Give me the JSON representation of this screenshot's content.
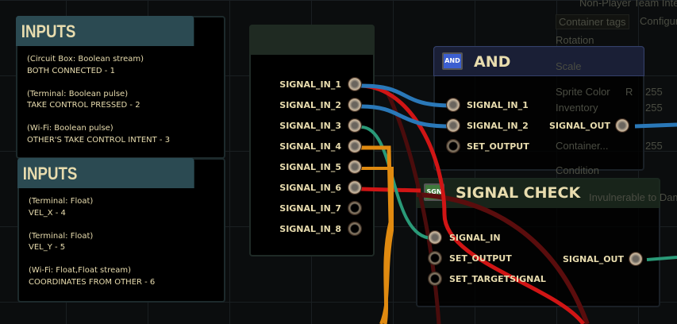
{
  "background": {
    "texts": [
      "Non-Player Team Inte",
      "Container tags",
      "Configure",
      "Rotation",
      "Scale",
      "Sprite Color",
      "R",
      "255",
      "Inventory",
      "255",
      "Container...",
      "255",
      "Condition",
      "Invulnerable to Dama"
    ]
  },
  "inputs1": {
    "title": "INPUTS",
    "lines": [
      "(Circuit Box: Boolean stream)",
      "BOTH CONNECTED - 1",
      "",
      "(Terminal: Boolean pulse)",
      "TAKE CONTROL PRESSED - 2",
      "",
      "(Wi-Fi: Boolean pulse)",
      "OTHER'S TAKE CONTROL INTENT - 3"
    ]
  },
  "inputs2": {
    "title": "INPUTS",
    "lines": [
      "(Terminal: Float)",
      "VEL_X - 4",
      "",
      "(Terminal: Float)",
      "VEL_Y - 5",
      "",
      "(Wi-Fi: Float,Float stream)",
      "COORDINATES FROM OTHER - 6"
    ]
  },
  "input_node": {
    "pins": [
      "SIGNAL_IN_1",
      "SIGNAL_IN_2",
      "SIGNAL_IN_3",
      "SIGNAL_IN_4",
      "SIGNAL_IN_5",
      "SIGNAL_IN_6",
      "SIGNAL_IN_7",
      "SIGNAL_IN_8"
    ]
  },
  "and_comp": {
    "title": "AND",
    "chip": "AND",
    "inputs": [
      "SIGNAL_IN_1",
      "SIGNAL_IN_2",
      "SET_OUTPUT"
    ],
    "output": "SIGNAL_OUT",
    "color": "#1f2540"
  },
  "signal_check": {
    "title": "SIGNAL CHECK",
    "chip": "SGN",
    "inputs": [
      "SIGNAL_IN",
      "SET_OUTPUT",
      "SET_TARGETSIGNAL"
    ],
    "output": "SIGNAL_OUT",
    "color": "#1c2a1e"
  }
}
